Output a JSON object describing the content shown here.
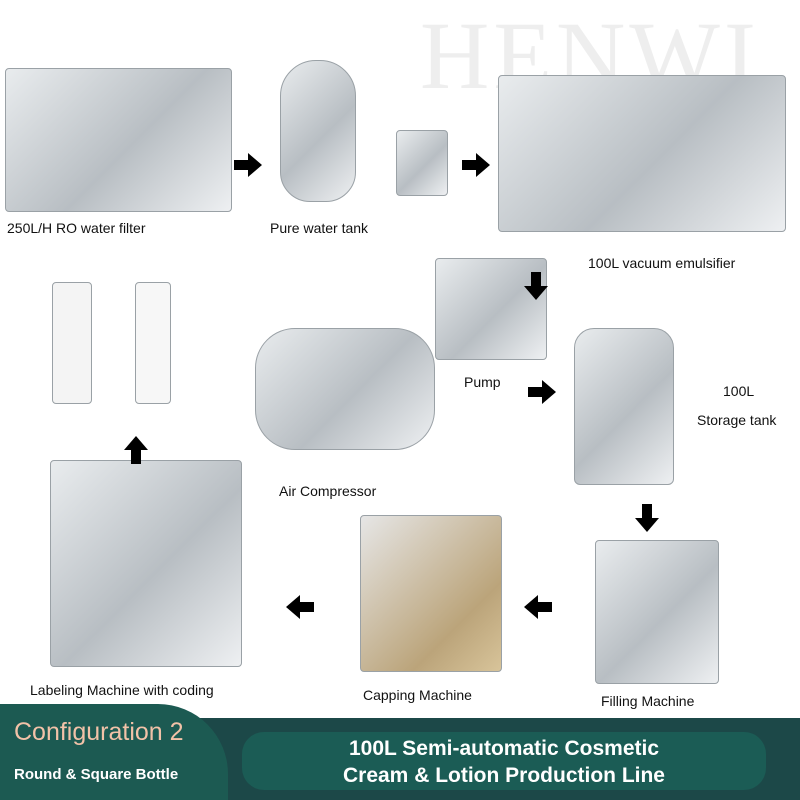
{
  "watermark": "HENWI",
  "steps": [
    {
      "label": "250L/H RO water filter"
    },
    {
      "label": "Pure water tank"
    },
    {
      "label": "100L vacuum emulsifier"
    },
    {
      "label": "Pump"
    },
    {
      "label": "100L"
    },
    {
      "label": "Storage tank"
    },
    {
      "label": "Air Compressor"
    },
    {
      "label": "Filling Machine"
    },
    {
      "label": "Capping Machine"
    },
    {
      "label": "Labeling Machine with coding"
    }
  ],
  "config": {
    "title": "Configuration 2",
    "subtitle": "Round & Square Bottle"
  },
  "banner": {
    "line1": "100L Semi-automatic Cosmetic",
    "line2": "Cream & Lotion Production Line"
  },
  "colors": {
    "panel": "#1c5a52",
    "bar": "#1c4848",
    "accent": "#f2c2a8"
  }
}
